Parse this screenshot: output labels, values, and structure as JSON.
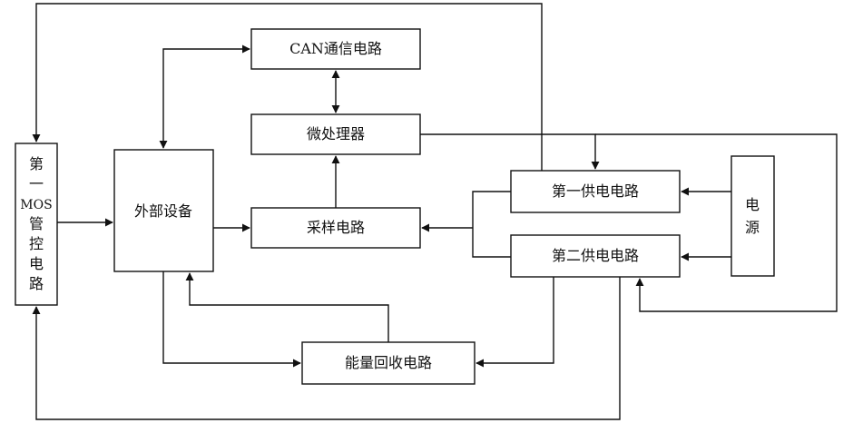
{
  "blocks": {
    "can": "CAN通信电路",
    "mcu": "微处理器",
    "external": "外部设备",
    "sampling": "采样电路",
    "supply1": "第一供电电路",
    "supply2": "第二供电电路",
    "energy": "能量回收电路",
    "mos_lines": [
      "第",
      "一",
      "MOS",
      "管",
      "控",
      "电",
      "路"
    ],
    "power_lines": [
      "电",
      "源"
    ]
  },
  "colors": {
    "stroke": "#111111",
    "background": "#ffffff"
  }
}
